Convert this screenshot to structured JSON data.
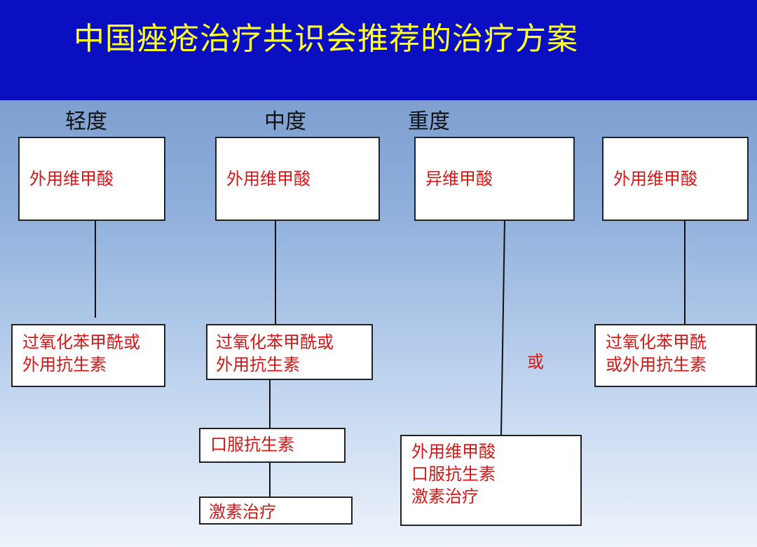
{
  "header": {
    "title": "中国痤疮治疗共识会推荐的治疗方案"
  },
  "levels": {
    "mild": "轻度",
    "moderate": "中度",
    "severe": "重度"
  },
  "boxes": {
    "mild_top": "外用维甲酸",
    "mild_bottom": "过氧化苯甲酰或\n外用抗生素",
    "moderate_top": "外用维甲酸",
    "moderate_mid": "过氧化苯甲酰或\n外用抗生素",
    "moderate_oral": "口服抗生素",
    "moderate_hormone": "激素治疗",
    "severe_top": "异维甲酸",
    "severe_bottom": "外用维甲酸\n口服抗生素\n激素治疗",
    "right_top": "外用维甲酸",
    "right_bottom": "过氧化苯甲酰\n或外用抗生素"
  },
  "or_label": "或"
}
